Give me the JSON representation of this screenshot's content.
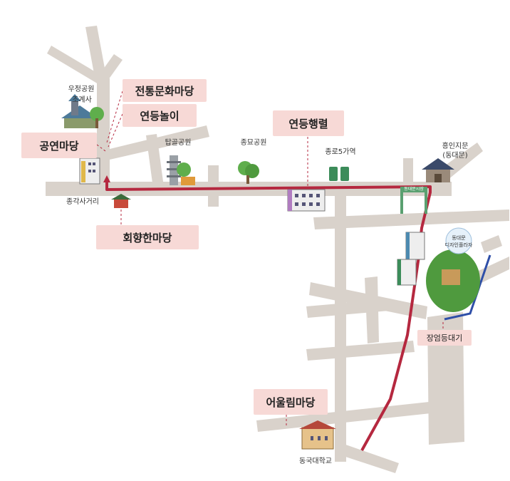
{
  "colors": {
    "road": "#d9d2cb",
    "route": "#b5283f",
    "label_bg": "#f7d9d6",
    "bus_route": "#2f4fa8"
  },
  "event_labels": {
    "traditional": "전통문화마당",
    "lantern_play": "연등놀이",
    "performance": "공연마당",
    "parade": "연등행렬",
    "reconciliation": "회향한마당",
    "harmony": "어울림마당"
  },
  "places": {
    "ujeong_park": "우정공원",
    "jogyesa": "조계사",
    "tapgol_park": "탑골공원",
    "jongmyo_park": "종묘공원",
    "jongno5ga": "종로5가역",
    "heunginjimun_1": "흥인지문",
    "heunginjimun_2": "(동대문)",
    "jonggak": "종각사거리",
    "ddp_1": "동대문",
    "ddp_2": "디자인플라자",
    "jangchung": "장엄등대기",
    "dongguk": "동국대학교",
    "dongdaemun_sign": "동대문시장"
  },
  "icons": [
    "temple-icon",
    "tree-icon",
    "pagoda-icon",
    "building-icon",
    "gate-icon",
    "bell-pavilion-icon",
    "university-icon",
    "market-gate-icon",
    "ddp-building-icon"
  ]
}
